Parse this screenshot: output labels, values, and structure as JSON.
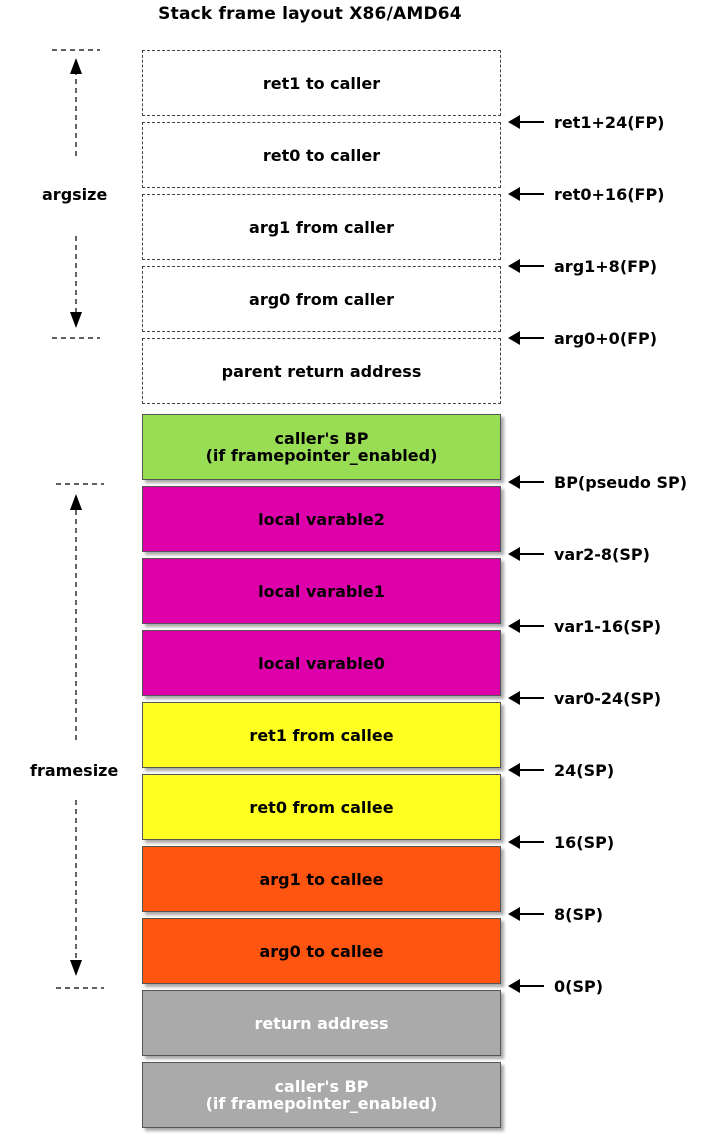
{
  "title": "Stack frame layout X86/AMD64",
  "ranges": {
    "argsize": "argsize",
    "framesize": "framesize"
  },
  "slots": [
    {
      "label": "ret1 to caller",
      "style": "dashed",
      "color": "#ffffff"
    },
    {
      "label": "ret0 to caller",
      "style": "dashed",
      "color": "#ffffff"
    },
    {
      "label": "arg1 from caller",
      "style": "dashed",
      "color": "#ffffff"
    },
    {
      "label": "arg0 from caller",
      "style": "dashed",
      "color": "#ffffff"
    },
    {
      "label": "parent return address",
      "style": "dashed",
      "color": "#ffffff"
    },
    {
      "label": "caller's BP\n(if framepointer_enabled)",
      "style": "solid",
      "color": "#99dd55"
    },
    {
      "label": "local varable2",
      "style": "solid",
      "color": "#dd00aa"
    },
    {
      "label": "local varable1",
      "style": "solid",
      "color": "#dd00aa"
    },
    {
      "label": "local varable0",
      "style": "solid",
      "color": "#dd00aa"
    },
    {
      "label": "ret1 from callee",
      "style": "solid",
      "color": "#ffff22"
    },
    {
      "label": "ret0 from callee",
      "style": "solid",
      "color": "#ffff22"
    },
    {
      "label": "arg1 to callee",
      "style": "solid",
      "color": "#ff5511"
    },
    {
      "label": "arg0 to callee",
      "style": "solid",
      "color": "#ff5511"
    },
    {
      "label": "return address",
      "style": "solid",
      "color": "#aaaaaa"
    },
    {
      "label": "caller's BP\n(if framepointer_enabled)",
      "style": "solid",
      "color": "#aaaaaa"
    }
  ],
  "offsets": [
    "ret1+24(FP)",
    "ret0+16(FP)",
    "arg1+8(FP)",
    "arg0+0(FP)",
    "BP(pseudo SP)",
    "var2-8(SP)",
    "var1-16(SP)",
    "var0-24(SP)",
    "24(SP)",
    "16(SP)",
    "8(SP)",
    "0(SP)"
  ]
}
